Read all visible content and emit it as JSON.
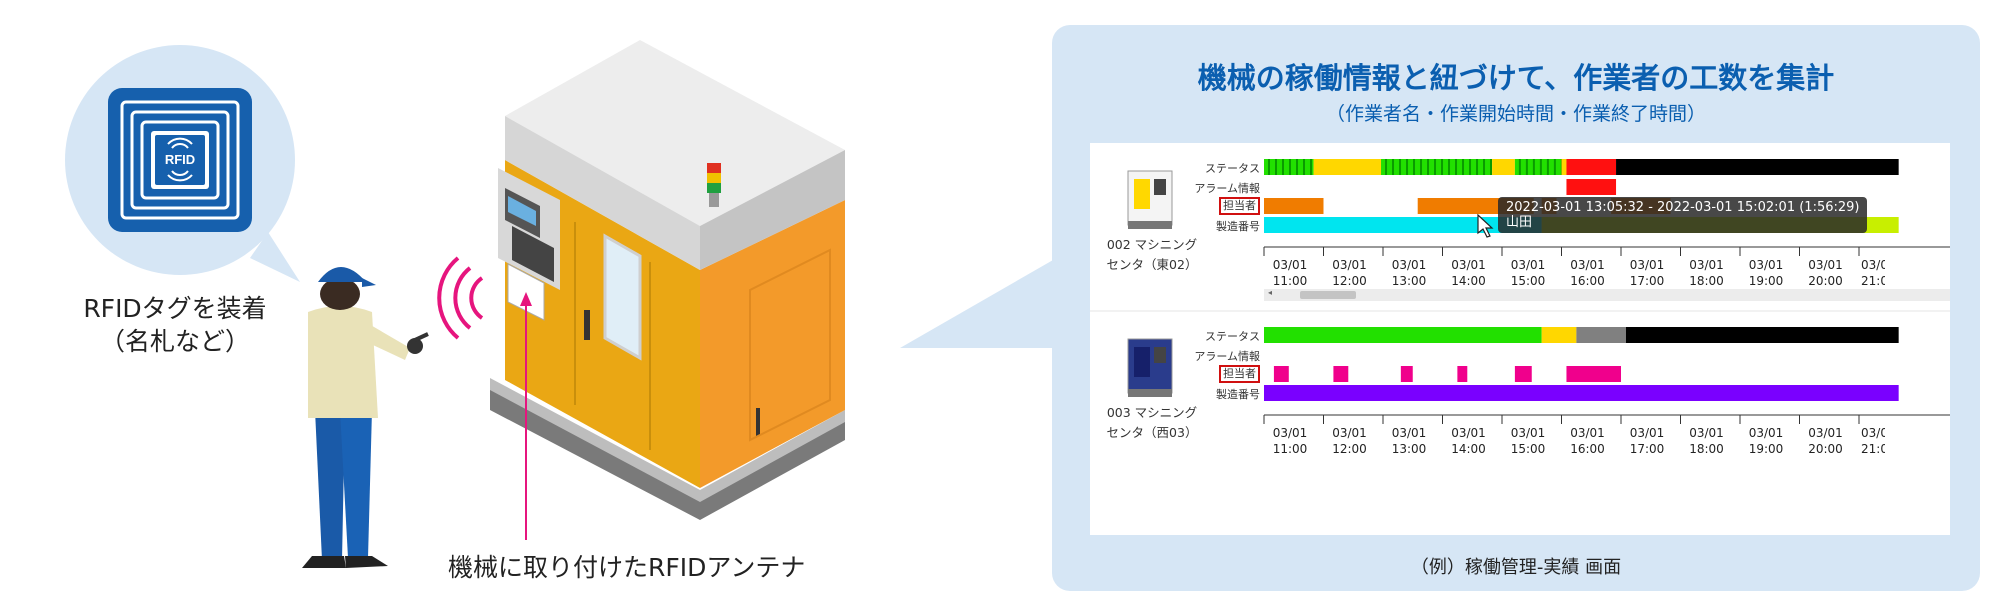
{
  "left": {
    "rfid_badge": "RFID",
    "tag_caption_line1": "RFIDタグを装着",
    "tag_caption_line2": "（名札など）",
    "antenna_caption": "機械に取り付けたRFIDアンテナ"
  },
  "panel": {
    "title": "機械の稼働情報と紐づけて、作業者の工数を集計",
    "subtitle": "（作業者名・作業開始時間・作業終了時間）",
    "footer": "（例）稼働管理-実績 画面"
  },
  "colors": {
    "panel_bg": "#d6e6f5",
    "title_blue": "#0b5fb0",
    "status_green": "#22e000",
    "status_yellow": "#ffd700",
    "status_red": "#ff1010",
    "status_black": "#000000",
    "status_gray": "#808080",
    "worker_orange": "#f07c00",
    "worker_magenta": "#f0008c",
    "serial_cyan": "#00e5ef",
    "serial_lime": "#c8ef00",
    "serial_purple": "#7a00ff"
  },
  "timeline": {
    "ticks": [
      {
        "date": "03/01",
        "time": "11:00"
      },
      {
        "date": "03/01",
        "time": "12:00"
      },
      {
        "date": "03/01",
        "time": "13:00"
      },
      {
        "date": "03/01",
        "time": "14:00"
      },
      {
        "date": "03/01",
        "time": "15:00"
      },
      {
        "date": "03/01",
        "time": "16:00"
      },
      {
        "date": "03/01",
        "time": "17:00"
      },
      {
        "date": "03/01",
        "time": "18:00"
      },
      {
        "date": "03/01",
        "time": "19:00"
      },
      {
        "date": "03/01",
        "time": "20:00"
      },
      {
        "date": "03/01",
        "time": "21:0"
      }
    ],
    "row_labels": [
      "ステータス",
      "アラーム情報",
      "担当者",
      "製造番号"
    ],
    "machines": [
      {
        "name_line1": "002 マシニング",
        "name_line2": "センタ（東02）",
        "status": [
          {
            "start": "10:30",
            "end": "11:20",
            "color": "green_striped"
          },
          {
            "start": "11:20",
            "end": "12:28",
            "color": "yellow"
          },
          {
            "start": "12:28",
            "end": "14:20",
            "color": "green_striped"
          },
          {
            "start": "14:20",
            "end": "14:43",
            "color": "yellow"
          },
          {
            "start": "14:43",
            "end": "15:30",
            "color": "green_striped"
          },
          {
            "start": "15:30",
            "end": "15:35",
            "color": "yellow"
          },
          {
            "start": "15:35",
            "end": "16:25",
            "color": "red"
          },
          {
            "start": "16:25",
            "end": "21:10",
            "color": "black"
          }
        ],
        "alarm": [
          {
            "start": "15:35",
            "end": "16:25",
            "color": "red"
          }
        ],
        "worker": [
          {
            "start": "10:30",
            "end": "11:30",
            "color": "orange"
          },
          {
            "start": "13:05",
            "end": "15:02",
            "color": "orange"
          },
          {
            "start": "15:10",
            "end": "15:25",
            "color": "orange"
          },
          {
            "start": "16:20",
            "end": "17:20",
            "color": "orange"
          }
        ],
        "serial": [
          {
            "start": "10:30",
            "end": "15:10",
            "color": "cyan"
          },
          {
            "start": "15:10",
            "end": "21:10",
            "color": "lime"
          }
        ],
        "tooltip_line1": "2022-03-01 13:05:32 - 2022-03-01 15:02:01 (1:56:29)",
        "tooltip_line2": "山田"
      },
      {
        "name_line1": "003 マシニング",
        "name_line2": "センタ（西03）",
        "status": [
          {
            "start": "10:30",
            "end": "15:10",
            "color": "green"
          },
          {
            "start": "15:10",
            "end": "15:45",
            "color": "yellow"
          },
          {
            "start": "15:45",
            "end": "16:35",
            "color": "gray"
          },
          {
            "start": "16:35",
            "end": "21:10",
            "color": "black"
          }
        ],
        "alarm": [],
        "worker": [
          {
            "start": "10:40",
            "end": "10:55",
            "color": "magenta"
          },
          {
            "start": "11:40",
            "end": "11:55",
            "color": "magenta"
          },
          {
            "start": "12:48",
            "end": "13:00",
            "color": "magenta"
          },
          {
            "start": "13:45",
            "end": "13:55",
            "color": "magenta"
          },
          {
            "start": "14:43",
            "end": "15:00",
            "color": "magenta"
          },
          {
            "start": "15:35",
            "end": "16:30",
            "color": "magenta"
          }
        ],
        "serial": [
          {
            "start": "10:30",
            "end": "21:10",
            "color": "purple"
          }
        ]
      }
    ]
  }
}
